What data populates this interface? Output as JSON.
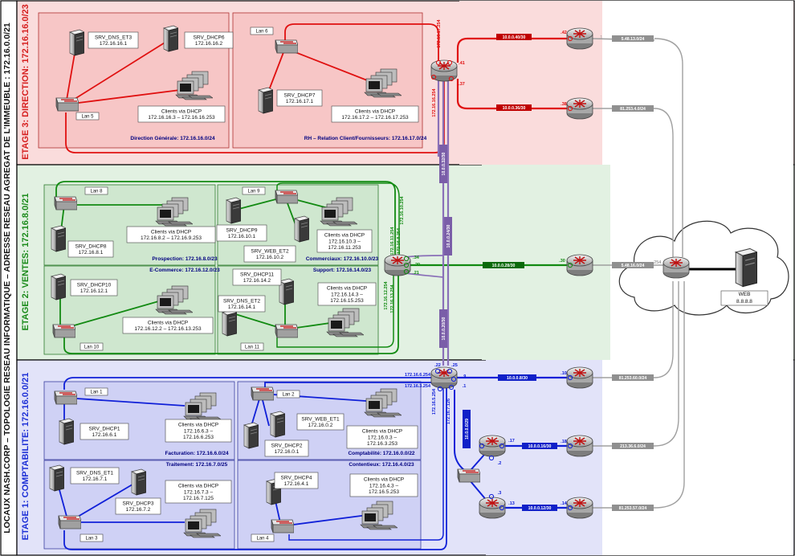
{
  "side_title": "LOCAUX NASH.CORP – TOPOLOGIE RESEAU INFORMATIQUE – ADRESSE RESEAU AGREGAT DE L’IMMEUBLE : 172.16.0.0/21",
  "floors": {
    "direction": {
      "title": "ETAGE 3: DIRECTION: 172.16.16.0/23",
      "color": "#d62020"
    },
    "ventes": {
      "title": "ETAGE 2: VENTES: 172.16.8.0/21",
      "color": "#1a8a1a"
    },
    "compta": {
      "title": "ETAGE 1: COMPTABILITE: 172.16.0.0/21",
      "color": "#1c2fd6"
    }
  },
  "colors": {
    "red": "#e01010",
    "green": "#128a12",
    "blue": "#1020d8",
    "purple": "#8a70b8",
    "gray": "#a0a0a0"
  },
  "servers": {
    "dns_et3": "SRV_DNS_ET3\n172.16.16.1",
    "dhcp6": "SRV_DHCP6\n172.16.16.2",
    "dhcp7": "SRV_DHCP7\n172.16.17.1",
    "dhcp8": "SRV_DHCP8\n172.16.8.1",
    "dhcp9": "SRV_DHCP9\n172.16.10.1",
    "web_et2": "SRV_WEB_ET2\n172.16.10.2",
    "dhcp10": "SRV_DHCP10\n172.16.12.1",
    "dhcp11": "SRV_DHCP11\n172.16.14.2",
    "dns_et2": "SRV_DNS_ET2\n172.16.14.1",
    "dhcp1": "SRV_DHCP1\n172.16.6.1",
    "web_et1": "SRV_WEB_ET1\n172.16.0.2",
    "dhcp2": "SRV_DHCP2\n172.16.0.1",
    "dns_et1": "SRV_DNS_ET1\n172.16.7.1",
    "dhcp3": "SRV_DHCP3\n172.16.7.2",
    "dhcp4": "SRV_DHCP4\n172.16.4.1"
  },
  "clients": {
    "lan5": "Clients via DHCP\n172.16.16.3 – 172.16.16.253",
    "lan6": "Clients via DHCP\n172.16.17.2 – 172.16.17.253",
    "lan8": "Clients via DHCP\n172.16.8.2 – 172.16.9.253",
    "lan9": "Clients via DHCP\n172.16.10.3 –\n172.16.11.253",
    "lan10": "Clients via DHCP\n172.16.12.2 – 172.16.13.253",
    "lan11": "Clients via DHCP\n172.16.14.3 –\n172.16.15.253",
    "lan1": "Clients via DHCP\n172.16.6.3 –\n172.16.6.253",
    "lan2": "Clients via DHCP\n172.16.0.3 –\n172.16.3.253",
    "lan3": "Clients via DHCP\n172.16.7.3 –\n172.16.7.125",
    "lan4": "Clients via DHCP\n172.16.4.3 –\n172.16.5.253"
  },
  "lans": {
    "lan1": "Lan 1",
    "lan2": "Lan 2",
    "lan3": "Lan 3",
    "lan4": "Lan 4",
    "lan5": "Lan 5",
    "lan6": "Lan 6",
    "lan8": "Lan 8",
    "lan9": "Lan 9",
    "lan10": "Lan 10",
    "lan11": "Lan 11"
  },
  "departments": {
    "dg": "Direction Générale: 172.16.16.0/24",
    "rh": "RH – Relation Client/Fournisseurs: 172.16.17.0/24",
    "prospection": "Prospection: 172.16.8.0/23",
    "ecommerce": "E-Commerce: 172.16.12.0/23",
    "commerciaux": "Commerciaux: 172.16.10.0/23",
    "support": "Support: 172.16.14.0/23",
    "facturation": "Facturation: 172.16.6.0/24",
    "traitement": "Traitement: 172.16.7.0/25",
    "comptabilite": "Comptabilité: 172.16.0.0/22",
    "contentieux": "Contentieux: 172.16.4.0/23"
  },
  "links": {
    "r_40": "10.0.0.40/30",
    "r_36": "10.0.0.36/30",
    "p_32": "10.0.0.32/30",
    "p_24": "10.0.0.24/30",
    "p_20": "10.0.0.20/30",
    "g_28": "10.0.0.28/30",
    "b_8": "10.0.0.8/30",
    "b_0": "10.0.0.0/29",
    "b_16": "10.0.0.16/30",
    "b_12": "10.0.0.12/30",
    "isp_1": "5.48.13.0/24",
    "isp_2": "81.253.4.0/24",
    "isp_3": "5.48.16.0/24",
    "isp_4": "81.253.60.0/24",
    "isp_5": "213.36.6.0/24",
    "isp_6": "81.253.57.0/24"
  },
  "gateways": {
    "r3_lan5": "172.16.16.254",
    "r3_lan6": "172.16.17.254",
    "r2_lan8": "172.16.8.254",
    "r2_lan9": "172.16.10.254",
    "r2_lan10": "172.16.12.254",
    "r2_lan11": "172.16.13.254",
    "r1_lan1": "172.16.6.254",
    "r1_lan2": "172.16.3.254",
    "r1_lan3": "172.16.5.254",
    "r1_lan4": "172.16.7.126",
    "r2_alt": "172.16.11.254"
  },
  "ports": {
    "p41": ".41",
    "p37": ".37",
    "p42": ".42",
    "p38": ".38",
    "p34": ".34",
    "p29": "29",
    "p21": ".21",
    "p30": ".30",
    "p22": ".22",
    "p25": ".25",
    "p9": ".9",
    "p1": ".1",
    "p10": ".10",
    "p17": ".17",
    "p18": ".18",
    "p2": ".2",
    "p3": ".3",
    "p13": ".13",
    "p14": ".14",
    "w254": ".254",
    "w1": ".1"
  },
  "web": {
    "title": "WEB",
    "ip": "8.8.8.8"
  }
}
